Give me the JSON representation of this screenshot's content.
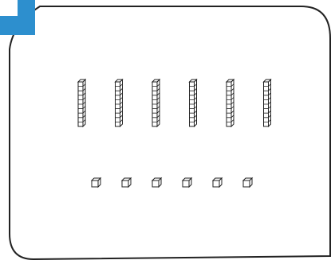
{
  "colors": {
    "accent": "#2d8fce",
    "stroke": "#222222",
    "background": "#ffffff"
  },
  "card": {
    "shape": "rounded-rectangle"
  },
  "corner_tab": {
    "icon": "blue-corner-tab-icon"
  },
  "base_ten_blocks": {
    "ten_rods": 6,
    "unit_cubes": 6,
    "rod_icon": "ten-rod-icon",
    "cube_icon": "unit-cube-icon"
  }
}
